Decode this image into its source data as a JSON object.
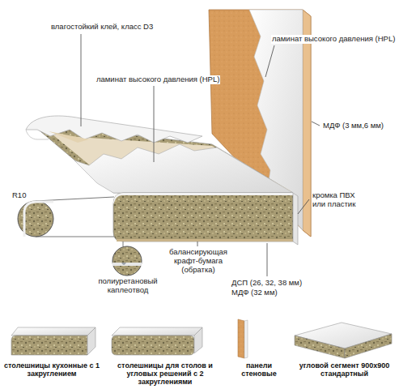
{
  "diagram": {
    "labels": [
      "ламинат высокого давления (HPL)",
      "влагостойкий клей, класс D3",
      "ламинат высокого давления (HPL)",
      "МДФ (3 мм,6 мм)",
      "R10",
      "кромка ПВХ или пластик",
      "балансирующая крафт-бумага (обратка)",
      "полиуретановый каплеотвод",
      "ДСП (26, 32, 38 мм)",
      "МДФ (32 мм)",
      "столешницы кухонные с 1 закруглением",
      "столешницы для столов и угловых решений с 2 закруглениями",
      "панели стеновые",
      "угловой сегмент 900x900 стандартный"
    ]
  }
}
